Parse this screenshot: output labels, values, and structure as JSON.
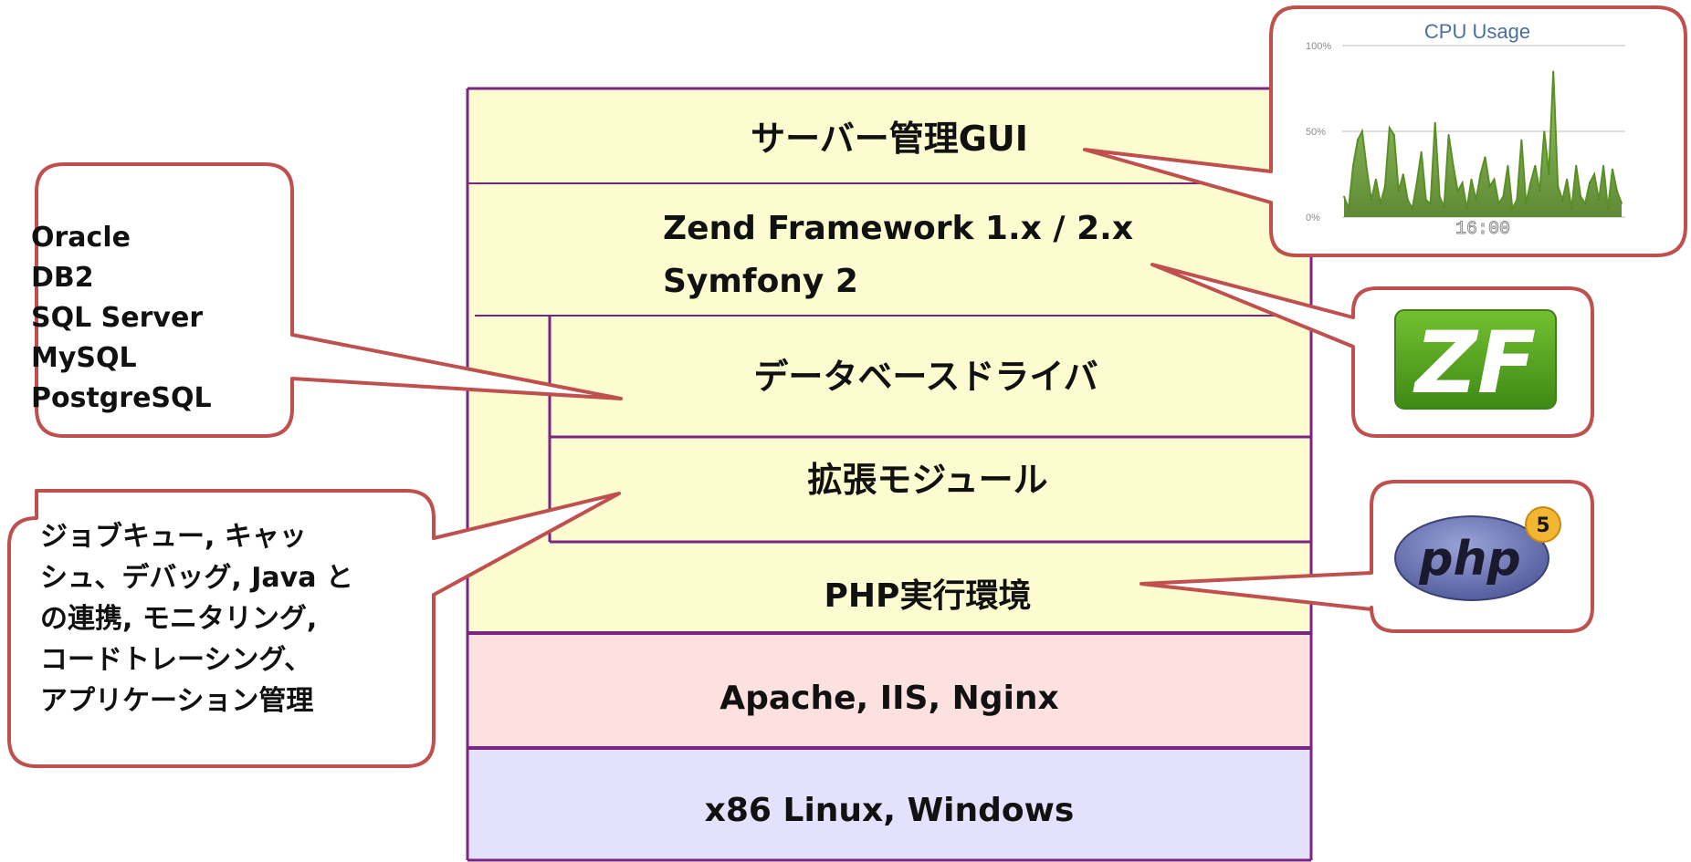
{
  "stack": {
    "layers": {
      "server_gui": "サーバー管理GUI",
      "framework_line1": "Zend Framework 1.x / 2.x",
      "framework_line2": "Symfony 2",
      "db_driver": "データベースドライバ",
      "extensions": "拡張モジュール",
      "php_runtime": "PHP実行環境",
      "web_server": "Apache, IIS,  Nginx",
      "os": "x86 Linux,  Windows"
    }
  },
  "callouts": {
    "databases": [
      "Oracle",
      "DB2",
      "SQL Server",
      "MySQL",
      "PostgreSQL"
    ],
    "features": [
      "ジョブキュー, キャッ",
      "シュ、デバッグ, Java と",
      "の連携,  モニタリング,",
      "コードトレーシング、",
      "アプリケーション管理"
    ]
  },
  "cpu_widget": {
    "title": "CPU Usage",
    "y_ticks": [
      "100%",
      "50%",
      "0%"
    ],
    "x_tick": "16:00",
    "chart_data": {
      "type": "area",
      "title": "CPU Usage",
      "ylim": [
        0,
        100
      ],
      "y_ticks": [
        "0%",
        "50%",
        "100%"
      ],
      "x_tick_labels": [
        "16:00"
      ],
      "values": [
        12,
        5,
        30,
        45,
        50,
        28,
        10,
        22,
        8,
        18,
        52,
        48,
        15,
        25,
        10,
        5,
        20,
        38,
        10,
        8,
        55,
        12,
        6,
        48,
        30,
        15,
        20,
        5,
        22,
        10,
        25,
        35,
        18,
        22,
        8,
        12,
        30,
        5,
        10,
        45,
        8,
        20,
        30,
        15,
        50,
        25,
        85,
        18,
        10,
        22,
        5,
        30,
        12,
        8,
        20,
        25,
        10,
        30,
        5,
        28,
        15,
        8
      ]
    }
  },
  "logos": {
    "zend_text": "ZF",
    "php_text": "php",
    "php_version": "5"
  },
  "colors": {
    "layer_yellow": "#fdfbd0",
    "layer_pink": "#fde0e0",
    "layer_lavender": "#e3e1fb",
    "frame_purple": "#7a2581",
    "callout_border": "#c0504d",
    "zend_green": "#5aa51f",
    "php_blue": "#6b74b3",
    "cpu_green": "#7fb24a"
  }
}
